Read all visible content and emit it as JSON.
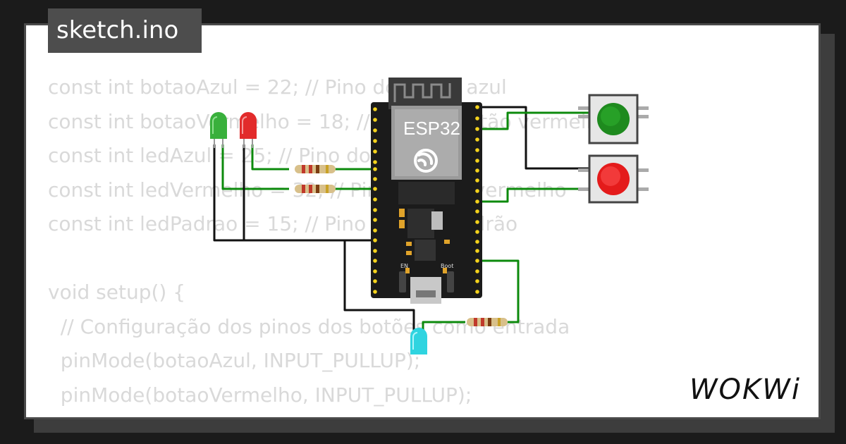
{
  "title": "sketch.ino",
  "code_lines": [
    "const int botaoAzul = 22; // Pino do botão azul",
    "const int botaoVermelho = 18; // Pino do botão vermelho",
    "const int ledAzul = 25; // Pino do LED azul",
    "const int ledVermelho = 32; // Pino do LED vermelho",
    "const int ledPadrao = 15; // Pino do LED padrão",
    "",
    "void setup() {",
    "  // Configuração dos pinos dos botões como entrada",
    "  pinMode(botaoAzul, INPUT_PULLUP);",
    "  pinMode(botaoVermelho, INPUT_PULLUP);"
  ],
  "board": {
    "label": "ESP32",
    "en_label": "EN",
    "boot_label": "Boot"
  },
  "buttons": [
    {
      "cap_color": "#1e8a1e"
    },
    {
      "cap_color": "#e41b1b"
    }
  ],
  "leds": [
    {
      "color": "#39b03c"
    },
    {
      "color": "#e22b2b"
    },
    {
      "color": "#2fd4e0"
    }
  ],
  "brand": "WOKWi",
  "colors": {
    "wire_green": "#0c8a0c",
    "wire_black": "#111111",
    "code_text": "#d9d9d9",
    "tab_bg": "#4d4d4d"
  }
}
